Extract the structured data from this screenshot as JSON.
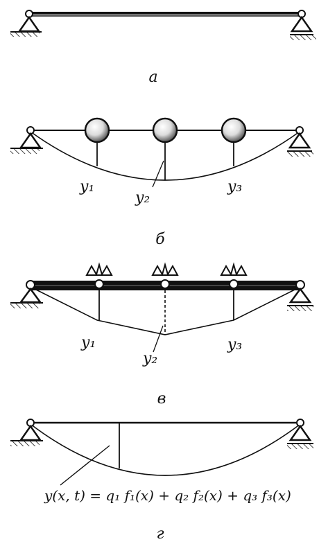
{
  "colors": {
    "ink": "#111111",
    "background": "#ffffff"
  },
  "panel_a": {
    "caption": "а"
  },
  "panel_b": {
    "caption": "б",
    "labels": [
      "y₁",
      "y₂",
      "y₃"
    ]
  },
  "panel_c": {
    "caption": "в",
    "labels": [
      "y₁",
      "y₂",
      "y₃"
    ]
  },
  "panel_d": {
    "caption": "г",
    "formula": "y(x, t) = q₁ f₁(x) + q₂ f₂(x) + q₃ f₃(x)"
  }
}
